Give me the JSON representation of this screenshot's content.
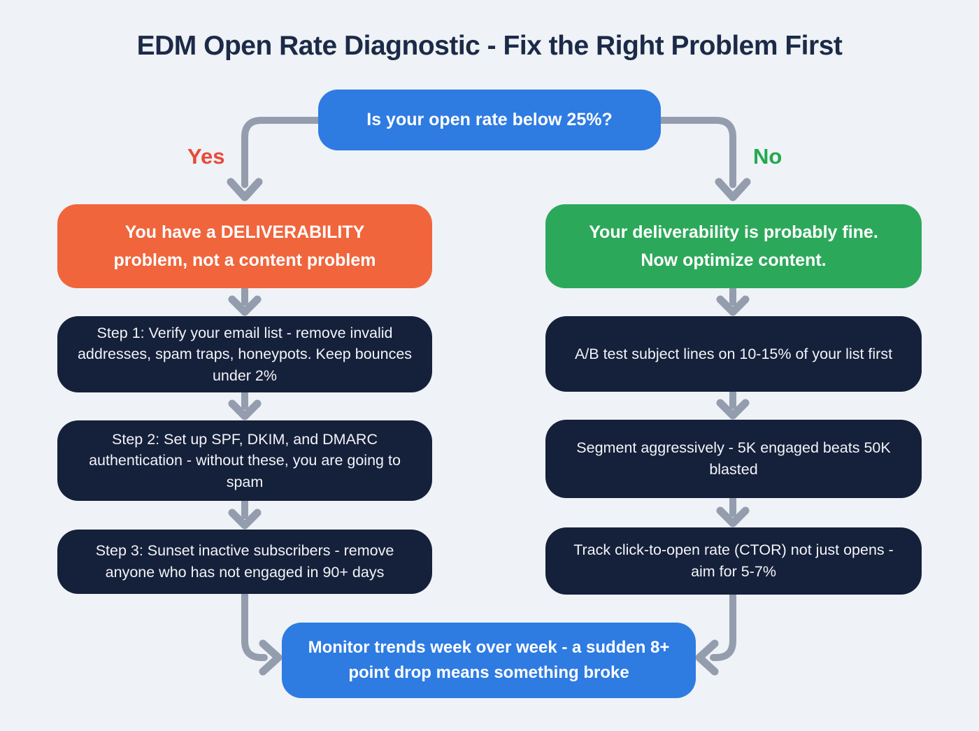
{
  "title": "EDM Open Rate Diagnostic - Fix the Right Problem First",
  "question": "Is your open rate below 25%?",
  "branch_yes": {
    "label": "Yes",
    "result": "You have a DELIVERABILITY problem, not a content problem",
    "steps": [
      "Step 1: Verify your email list - remove invalid addresses, spam traps, honeypots. Keep bounces under 2%",
      "Step 2: Set up SPF, DKIM, and DMARC authentication - without these, you are going to spam",
      "Step 3: Sunset inactive subscribers - remove anyone who has not engaged in 90+ days"
    ]
  },
  "branch_no": {
    "label": "No",
    "result": "Your deliverability is probably fine. Now optimize content.",
    "steps": [
      "A/B test subject lines on 10-15% of your list first",
      "Segment aggressively - 5K engaged beats 50K blasted",
      "Track click-to-open rate (CTOR) not just opens - aim for 5-7%"
    ]
  },
  "footer": "Monitor trends week over week - a sudden 8+ point drop means something broke",
  "colors": {
    "background": "#EFF2F6",
    "title_text": "#1B2A47",
    "question_blue": "#2E7BE2",
    "yes_label_red": "#E8493A",
    "no_label_green": "#22A94E",
    "deliverability_orange": "#F0653C",
    "content_green": "#2CA85A",
    "step_navy": "#15203A",
    "arrow_gray": "#949DAD"
  }
}
